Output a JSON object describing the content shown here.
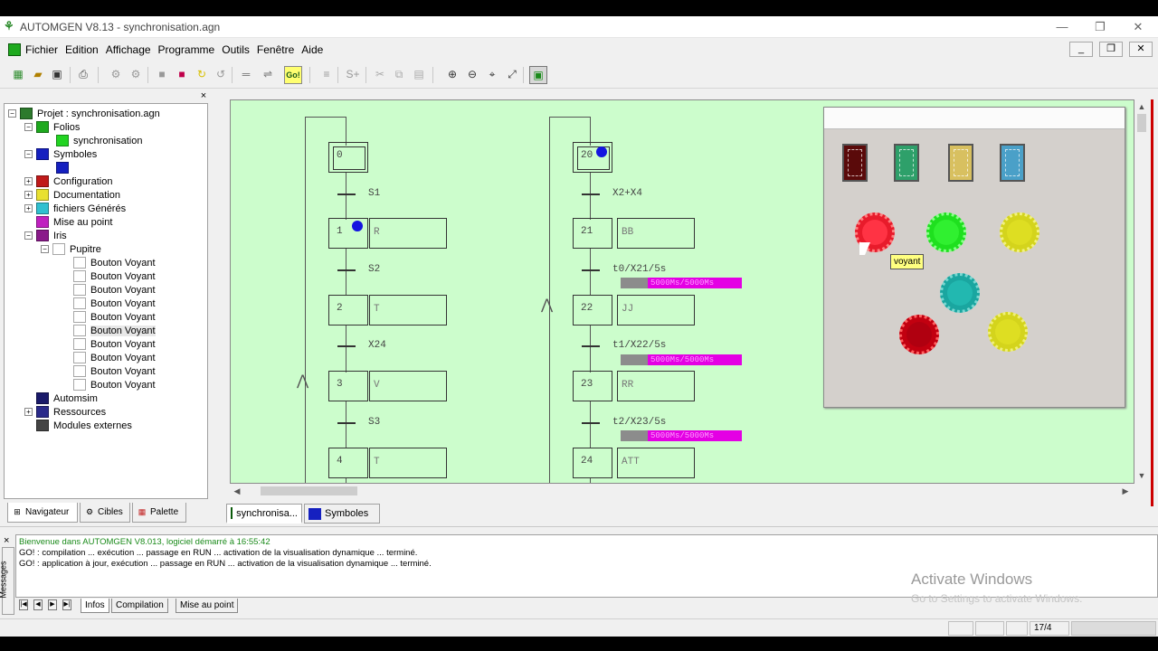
{
  "window": {
    "title": "AUTOMGEN V8.13 - synchronisation.agn",
    "app_icon": "automgen-icon"
  },
  "menubar": {
    "items": [
      "Fichier",
      "Edition",
      "Affichage",
      "Programme",
      "Outils",
      "Fenêtre",
      "Aide"
    ]
  },
  "tree": {
    "project": "Projet : synchronisation.agn",
    "folios": "Folios",
    "folio_sync": "synchronisation",
    "symboles": "Symboles",
    "configuration": "Configuration",
    "documentation": "Documentation",
    "fichiers": "fichiers Générés",
    "mise_au_point": "Mise au point",
    "iris": "Iris",
    "pupitre": "Pupitre",
    "bouton_voyant": [
      "Bouton Voyant",
      "Bouton Voyant",
      "Bouton Voyant",
      "Bouton Voyant",
      "Bouton Voyant",
      "Bouton Voyant",
      "Bouton Voyant",
      "Bouton Voyant",
      "Bouton Voyant",
      "Bouton Voyant"
    ],
    "automsim": "Automsim",
    "ressources": "Ressources",
    "modules": "Modules externes"
  },
  "left_tabs": [
    "Navigateur",
    "Cibles",
    "Palette"
  ],
  "grafcet_left": {
    "steps": [
      "0",
      "1",
      "2",
      "3",
      "4"
    ],
    "conditions": [
      "S1",
      "S2",
      "X24",
      "S3"
    ],
    "actions": [
      "R",
      "T",
      "V",
      "T"
    ]
  },
  "grafcet_right": {
    "steps": [
      "20",
      "21",
      "22",
      "23",
      "24"
    ],
    "conditions": [
      "X2+X4",
      "t0/X21/5s",
      "t1/X22/5s",
      "t2/X23/5s"
    ],
    "actions": [
      "BB",
      "JJ",
      "RR",
      "ATT"
    ],
    "timer_text": [
      "5000Ms/5000Ms",
      "5000Ms/5000Ms",
      "5000Ms/5000Ms"
    ]
  },
  "iris": {
    "tooltip": "voyant",
    "colors": {
      "red": "#e81b2b",
      "green": "#1fe01f",
      "yellow": "#d4d41c",
      "teal": "#1aa6a0",
      "darkred": "#c20010"
    }
  },
  "doc_tabs": [
    "synchronisa...",
    "Symboles"
  ],
  "messages": [
    "Bienvenue dans AUTOMGEN V8.013, logiciel démarré à 16:55:42",
    "GO! : compilation ... exécution ... passage en RUN ... activation de la visualisation dynamique ... terminé.",
    "GO! : application à jour, exécution ... passage en RUN ... activation de la visualisation dynamique ... terminé."
  ],
  "msg_side_label": "Messages",
  "msg_tabs": [
    "Infos",
    "Compilation",
    "Mise au point"
  ],
  "watermark": {
    "line1": "Activate Windows",
    "line2": "Go to Settings to activate Windows."
  },
  "status": {
    "page": "17/4"
  }
}
